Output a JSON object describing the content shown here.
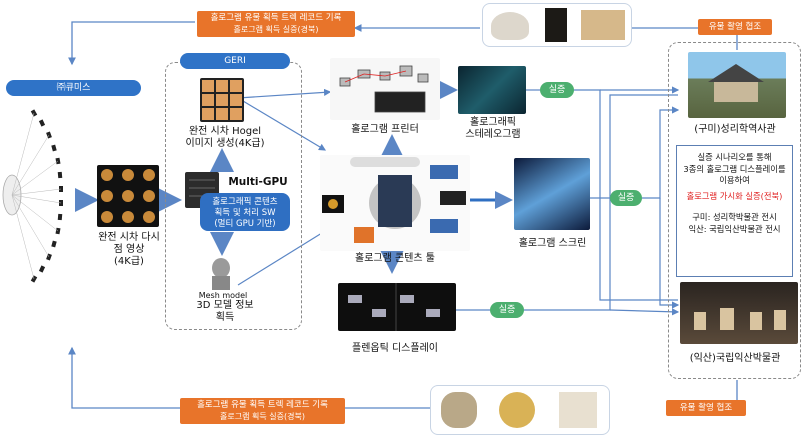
{
  "top_banner": {
    "line1": "홀로그램 유물 획득 트렉 레코드 기록",
    "line2": "홀로그램 획득 실증(경북)"
  },
  "bottom_banner": {
    "line1": "홀로그램 유물 획득 트렉 레코드 기록",
    "line2": "홀로그램 획득 실증(경북)"
  },
  "company_label": "㈜큐미스",
  "geri_label": "GERI",
  "multi_view_label": [
    "완전 시차 다시",
    "점 영상",
    "(4K급)"
  ],
  "hogel_label": [
    "완전 시차 Hogel",
    "이미지 생성(4K급)"
  ],
  "multi_gpu_label": "Multi-GPU",
  "sw_label": [
    "홀로그래픽 콘텐츠",
    "획득 및 처리 SW",
    "(멀티 GPU 기반)"
  ],
  "mesh_model_label": "Mesh model",
  "model3d_label": [
    "3D 모델 정보",
    "획득"
  ],
  "printer_label": "홀로그램 프린터",
  "stereogram_label": [
    "홀로그래픽",
    "스테레오그램"
  ],
  "contents_tool_label": "홀로그램 콘텐츠 툴",
  "screen_label": "홀로그램 스크린",
  "planoptic_label": "플렌옵틱 디스플레이",
  "verify_labels": [
    "실증",
    "실증",
    "실증"
  ],
  "cooperation_top": "유물 촬영 협조",
  "cooperation_bottom": "유물 촬영 협조",
  "museum_top_label": "(구미)성리학역사관",
  "museum_bottom_label": "(익산)국립익산박물관",
  "info_box": {
    "line1": "실증 시나리오를 통해",
    "line2": "3종의 홀로그램 디스플레이를",
    "line3": "이용하여",
    "highlight": "홀로그램 가시화 실증(전북)",
    "line5": "구미: 성리학박물관 전시",
    "line6": "익산: 국립익산박물관 전시"
  },
  "colors": {
    "orange": "#e8742a",
    "green": "#4caf6f",
    "blue": "#2f73c7",
    "arrow": "#5b86c5",
    "highlight_red": "#e02020"
  }
}
